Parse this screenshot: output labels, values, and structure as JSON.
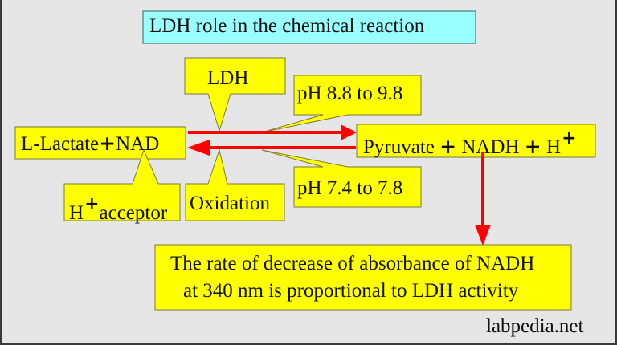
{
  "title": "LDH role in the chemical reaction",
  "callouts": {
    "enzyme": "LDH",
    "forward_ph": "pH 8.8 to 9.8",
    "reverse_ph": "pH 7.4 to 7.8",
    "h_acceptor_prefix": "H",
    "h_acceptor_sup": "+",
    "h_acceptor_suffix": "acceptor",
    "oxidation": "Oxidation"
  },
  "reactants": {
    "lactate": "L-Lactate",
    "plus": "+",
    "nad": "NAD"
  },
  "products": {
    "pyruvate": "Pyruvate",
    "plus1": "+",
    "nadh": "NADH",
    "plus2": "+",
    "h": "H",
    "h_sup": "+"
  },
  "conclusion": {
    "line1": "The rate of decrease of absorbance of NADH",
    "line2": "at 340 nm is proportional to LDH activity"
  },
  "watermark": "labpedia.net",
  "colors": {
    "background": "#e6e6e6",
    "box_yellow": "#ffff00",
    "title_cyan": "#99ffff",
    "arrow_red": "#ff0000",
    "box_border": "#7a7a3a"
  }
}
